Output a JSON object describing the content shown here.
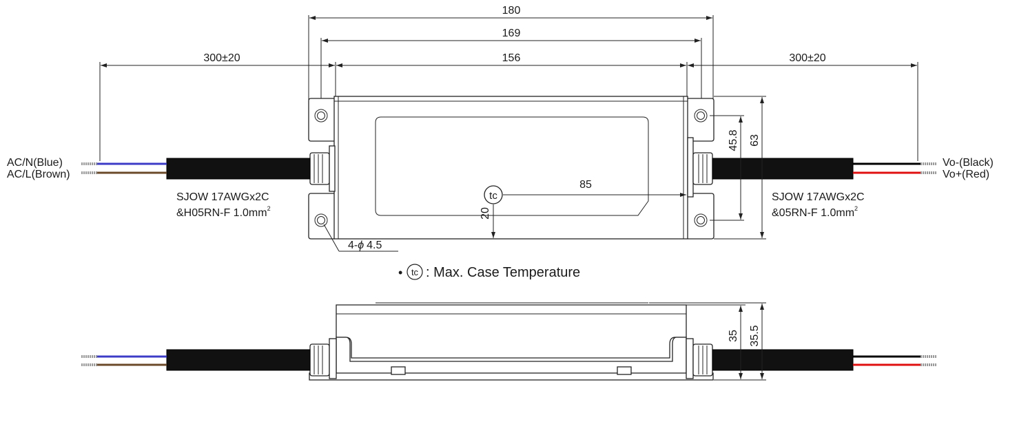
{
  "dimensions": {
    "overall_length": "180",
    "mount_hole_spacing": "169",
    "case_length": "156",
    "left_lead_length": "300±20",
    "right_lead_length": "300±20",
    "width": "63",
    "mount_hole_vertical": "45.8",
    "tc_x": "85",
    "tc_y": "20",
    "height": "35",
    "height_total": "35.5"
  },
  "mounting_holes": {
    "label_prefix": "4-",
    "phi": "ϕ",
    "size": "4.5"
  },
  "input": {
    "neutral": "AC/N(Blue)",
    "line": "AC/L(Brown)",
    "cable_line1": "SJOW 17AWGx2C",
    "cable_line2": "&H05RN-F 1.0mm",
    "sup": "2"
  },
  "output": {
    "negative": "Vo-(Black)",
    "positive": "Vo+(Red)",
    "cable_line1": "SJOW 17AWGx2C",
    "cable_line2": "&05RN-F 1.0mm",
    "sup": "2"
  },
  "tc_symbol": "tc",
  "legend": {
    "bullet": "•",
    "text": ": Max. Case Temperature"
  },
  "colors": {
    "neutral_wire": "#3b3bc8",
    "line_wire": "#6b4a2a",
    "negative_wire": "#000000",
    "positive_wire": "#e01010",
    "cable": "#111111"
  }
}
